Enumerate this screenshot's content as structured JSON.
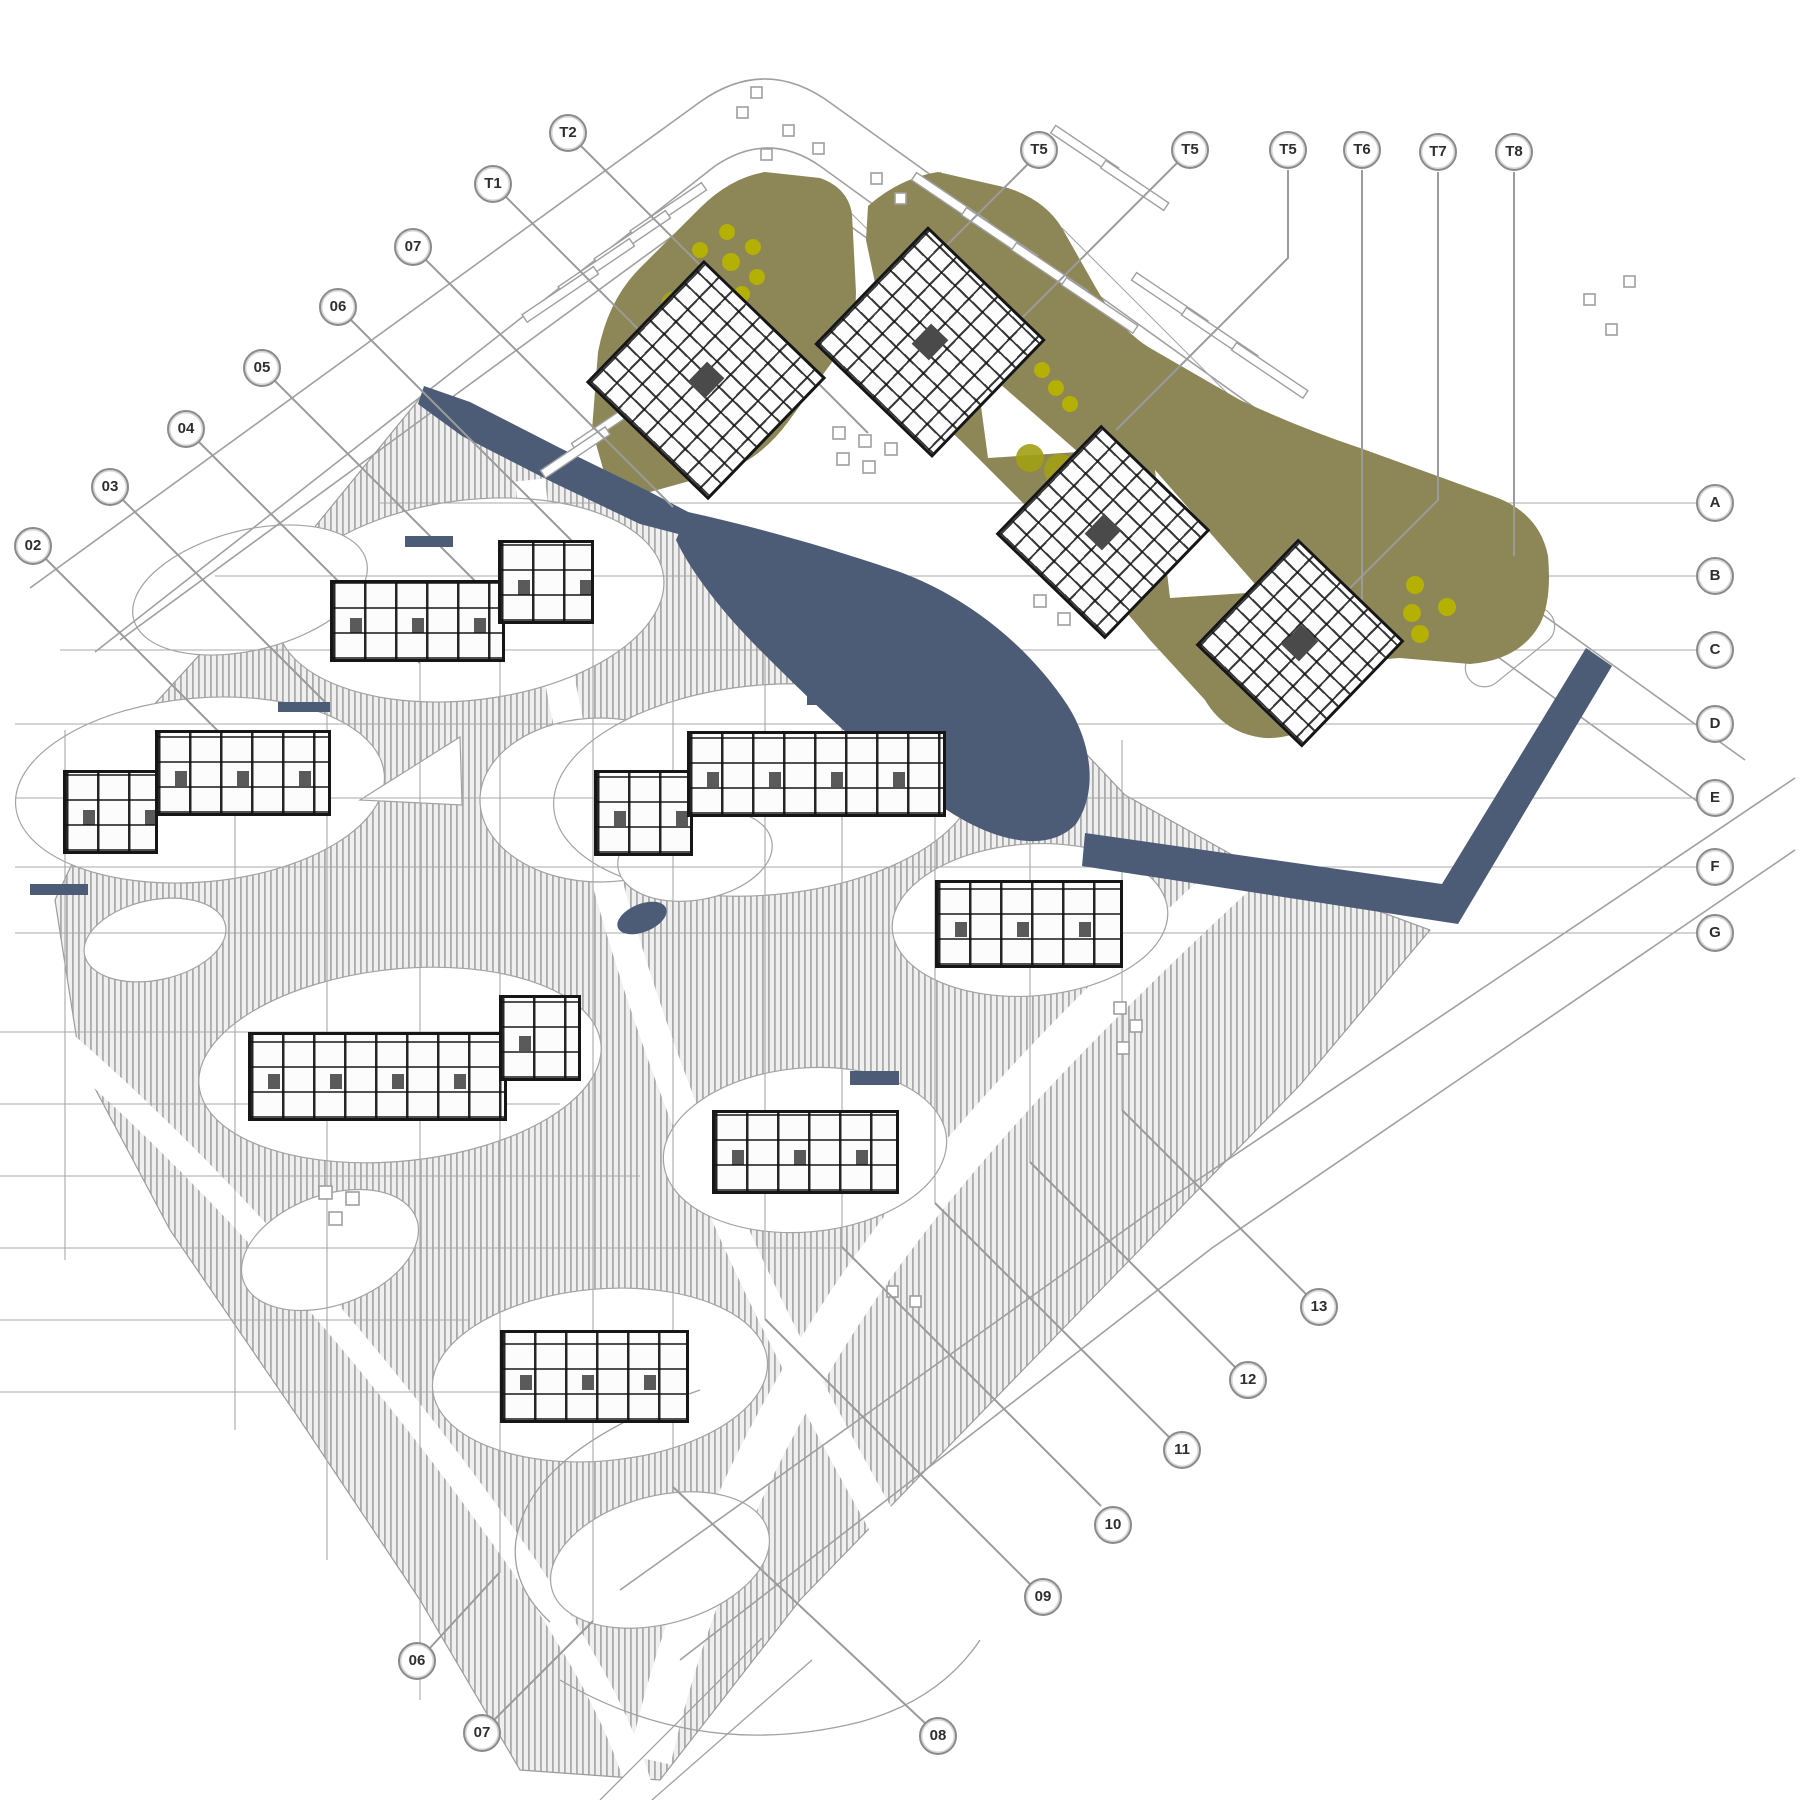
{
  "colors": {
    "park_olive": "#8d8757",
    "water_slate": "#4d5c76",
    "tree_yellow": "#b5b004",
    "terrain_hatch": "#ababab",
    "leader_line": "#9b9b9b",
    "plan_ink": "#161616"
  },
  "labels": {
    "top_left": [
      "T2",
      "T1",
      "07",
      "06",
      "05",
      "04",
      "03",
      "02"
    ],
    "top_right": [
      "T5",
      "T5",
      "T5",
      "T6",
      "T7",
      "T8"
    ],
    "grid_letters": [
      "A",
      "B",
      "C",
      "D",
      "E",
      "F",
      "G"
    ],
    "bottom_right": [
      "13",
      "12",
      "11",
      "10",
      "09",
      "08"
    ],
    "bottom_left": [
      "06",
      "07"
    ]
  }
}
